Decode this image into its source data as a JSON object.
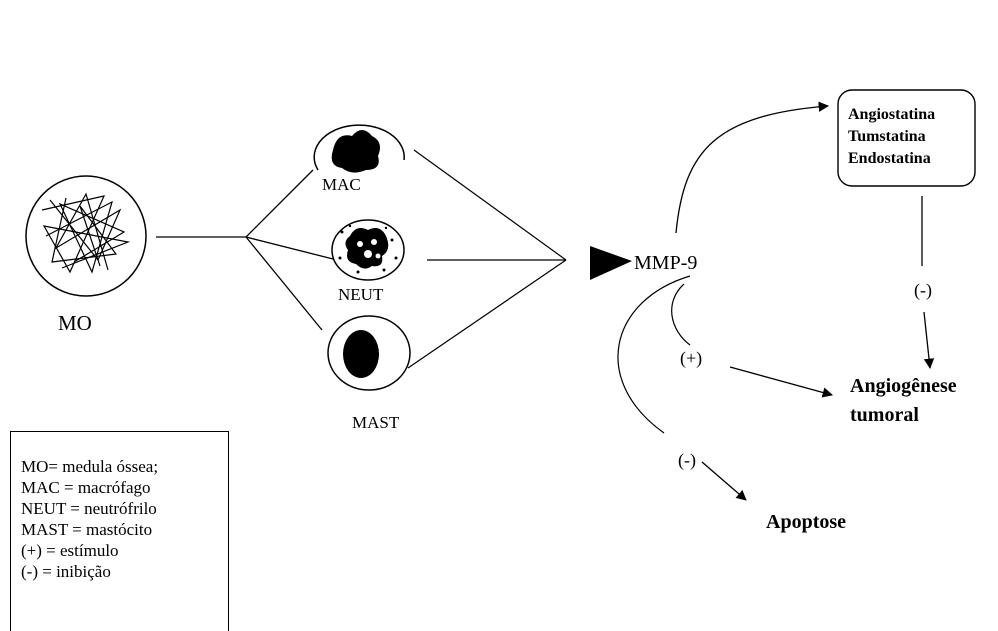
{
  "labels": {
    "mo": "MO",
    "mac": "MAC",
    "neut": "NEUT",
    "mast": "MAST",
    "mmp9": "MMP-9",
    "box_line1": "Angiostatina",
    "box_line2": "Tumstatina",
    "box_line3": "Endostatina",
    "plus": "(+)",
    "minus_upper": "(-)",
    "minus_lower": "(-)",
    "angio_line1": "Angiogênese",
    "angio_line2": "tumoral",
    "apoptose": "Apoptose"
  },
  "legend": [
    "MO= medula óssea;",
    "MAC = macrófago",
    "NEUT = neutrófrilo",
    "MAST = mastócito",
    "(+) = estímulo",
    "(-) = inibição"
  ]
}
